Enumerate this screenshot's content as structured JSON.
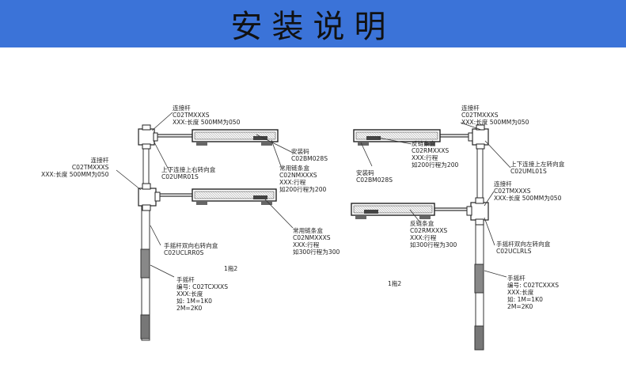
{
  "header": {
    "title": "安装说明",
    "background": "#3b73d8"
  },
  "left": {
    "connector_rod_top": [
      "连接杆",
      "C02TMXXXS",
      "XXX:长度  500MM为050"
    ],
    "mount_code": [
      "安装码",
      "C02BM028S"
    ],
    "turn_box_up_down_right": [
      "上下连接上右转向盒",
      "C02UMR01S"
    ],
    "chain_box_1": [
      "常用链条盒",
      "C02NMXXXS",
      "XXX:行程",
      "如200行程为200"
    ],
    "connector_rod_side": [
      "连接杆",
      "C02TMXXXS",
      "XXX:长度  500MM为050"
    ],
    "chain_box_2": [
      "常用链条盒",
      "C02NMXXXS",
      "XXX:行程",
      "如300行程为300"
    ],
    "crank_double_right": [
      "手摇杆双向右转向盒",
      "C02UCLRR0S"
    ],
    "ratio": "1拖2",
    "crank_rod": [
      "手摇杆",
      "编号: C02TCXXXS",
      "XXX:长度",
      "如: 1M=1K0",
      "2M=2K0"
    ]
  },
  "right": {
    "connector_rod_top": [
      "连接杆",
      "C02TMXXXS",
      "XXX:长度  500MM为050"
    ],
    "reverse_chain_box_1": [
      "反链条盒",
      "C02RMXXXS",
      "XXX:行程",
      "如200行程为200"
    ],
    "mount_code": [
      "安装码",
      "C02BM028S"
    ],
    "turn_box_up_down_left": [
      "上下连接上左转向盒",
      "C02UML01S"
    ],
    "connector_rod_side": [
      "连接杆",
      "C02TMXXXS",
      "XXX:长度  500MM为050"
    ],
    "reverse_chain_box_2": [
      "反链条盒",
      "C02RMXXXS",
      "XXX:行程",
      "如300行程为300"
    ],
    "crank_double_left": [
      "手摇杆双向左转向盒",
      "C02UCLRLS"
    ],
    "ratio": "1拖2",
    "crank_rod": [
      "手摇杆",
      "编号: C02TCXXXS",
      "XXX:长度",
      "如: 1M=1K0",
      "2M=2K0"
    ]
  }
}
